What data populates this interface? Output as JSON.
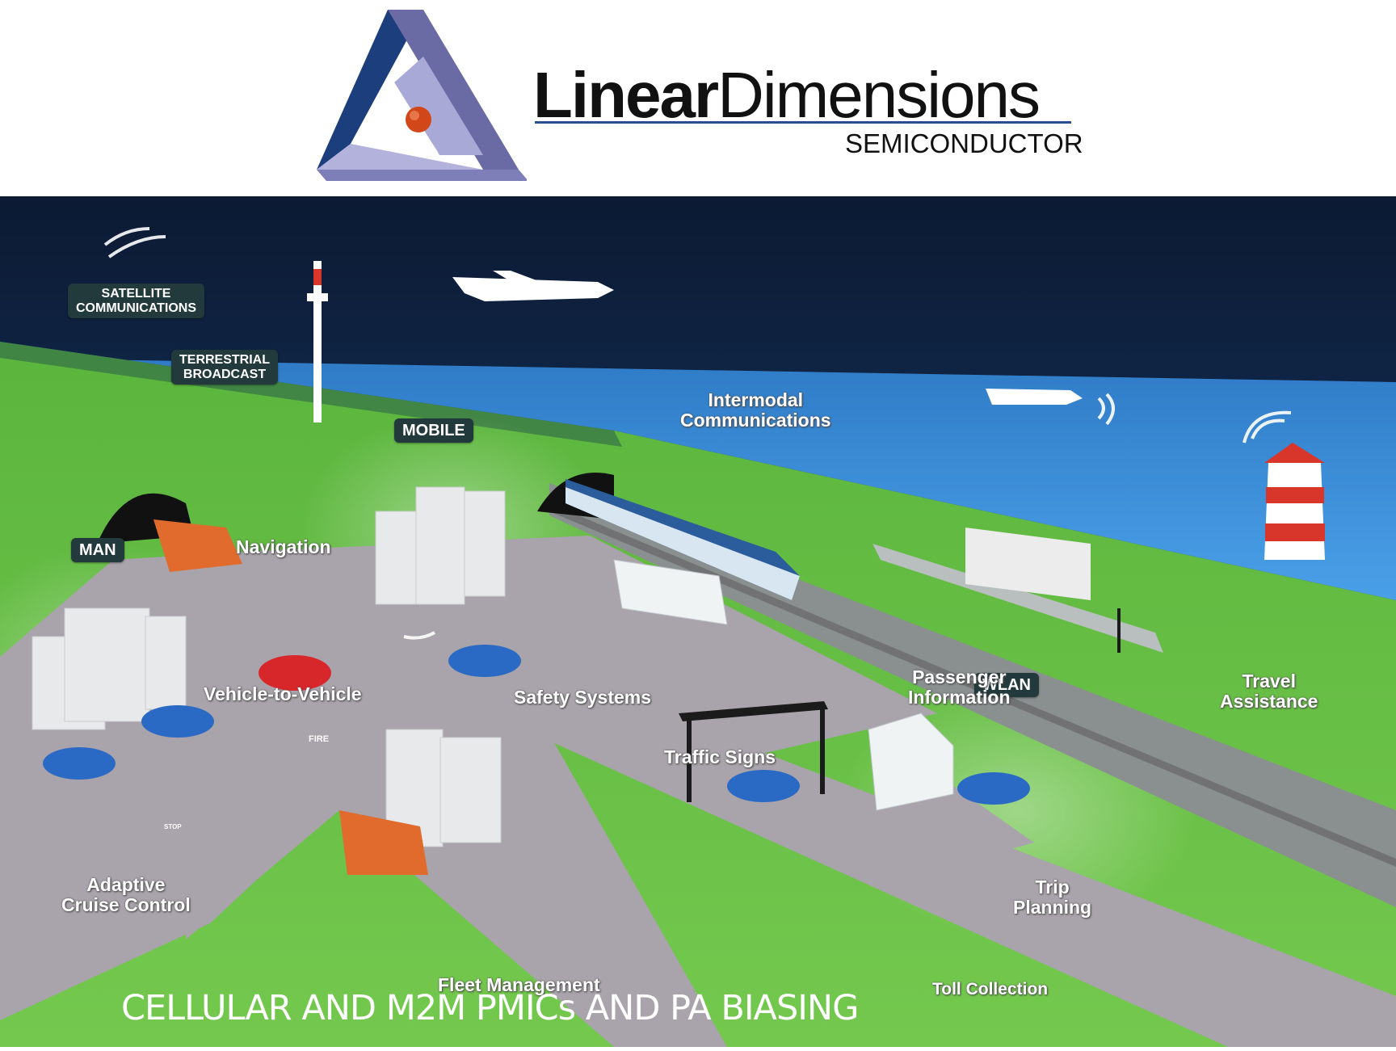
{
  "logo": {
    "name_bold": "Linear",
    "name_regular": "Dimensions",
    "subtitle": "SEMICONDUCTOR",
    "colors": {
      "navy": "#1d3e7c",
      "purple": "#6a6aa5",
      "lavender": "#a9a9d7",
      "ball": "#d2471a"
    }
  },
  "scene": {
    "tags": {
      "satellite": "SATELLITE\nCOMMUNICATIONS",
      "terrestrial": "TERRESTRIAL\nBROADCAST",
      "mobile": "MOBILE",
      "man": "MAN",
      "wlan": "WLAN"
    },
    "labels": {
      "intermodal": "Intermodal\nCommunications",
      "navigation": "Navigation",
      "vehicle_to_vehicle": "Vehicle-to-Vehicle",
      "safety_systems": "Safety Systems",
      "passenger_information": "Passenger\nInformation",
      "travel_assistance": "Travel\nAssistance",
      "traffic_signs": "Traffic Signs",
      "adaptive_cruise_control": "Adaptive\nCruise Control",
      "trip_planning": "Trip\nPlanning",
      "fleet_management": "Fleet Management",
      "toll_collection": "Toll Collection",
      "fire_truck": "FIRE",
      "stop_sign": "STOP"
    },
    "colors": {
      "sky_top": "#0c1a33",
      "sky_bottom": "#1f5fa8",
      "sea": "#3a8ad6",
      "grass": "#6cc24a",
      "road": "#a9a3ab"
    }
  },
  "caption": "CELLULAR AND M2M PMICs AND PA BIASING"
}
